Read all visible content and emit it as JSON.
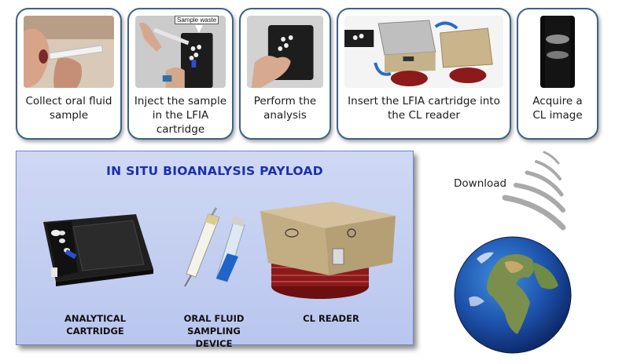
{
  "steps": [
    {
      "caption": "Collect oral fluid sample",
      "icon": "oral-fluid-collection-photo"
    },
    {
      "caption": "Inject the sample in the LFIA cartridge",
      "photo_label": "Sample waste",
      "icon": "sample-injection-photo"
    },
    {
      "caption": "Perform the analysis",
      "icon": "analysis-photo"
    },
    {
      "caption": "Insert the LFIA cartridge into the CL reader",
      "icon": "cl-reader-insertion-photo"
    },
    {
      "caption": "Acquire a CL image",
      "icon": "cl-image-photo"
    }
  ],
  "payload": {
    "title": "IN SITU BIOANALYSIS PAYLOAD",
    "items": [
      {
        "label": "ANALYTICAL CARTRIDGE",
        "icon": "analytical-cartridge-image"
      },
      {
        "label": "ORAL FLUID SAMPLING DEVICE",
        "icon": "sampling-device-image"
      },
      {
        "label": "CL READER",
        "icon": "cl-reader-image"
      }
    ]
  },
  "download": {
    "label": "Download",
    "icon": "signal-waves-icon"
  },
  "earth": {
    "icon": "earth-globe-icon"
  },
  "colors": {
    "border": "#3f6188",
    "payload_bg": "#c4cff1",
    "title": "#1b2fae",
    "reader_case": "#c9b48b",
    "reader_base": "#8c1a1a"
  }
}
